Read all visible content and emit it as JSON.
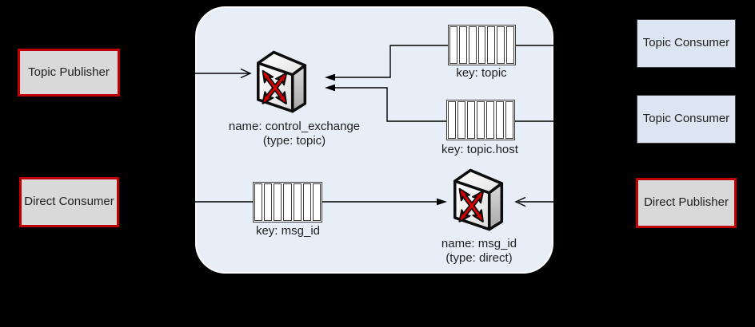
{
  "diagram": {
    "kind": "amqp-broker-topology",
    "background": "#000000"
  },
  "broker_panel": {
    "fill": "#e7eef7",
    "border": "#fdfdfd"
  },
  "nodes": {
    "topic_publisher": {
      "label": "Topic Publisher",
      "style": "red-bordered-gray"
    },
    "direct_consumer": {
      "label": "Direct Consumer",
      "style": "red-bordered-gray"
    },
    "topic_consumer_1": {
      "label": "Topic Consumer",
      "style": "blue"
    },
    "topic_consumer_2": {
      "label": "Topic Consumer",
      "style": "blue"
    },
    "direct_publisher": {
      "label": "Direct Publisher",
      "style": "red-bordered-gray"
    }
  },
  "exchanges": {
    "control": {
      "name_label": "name: control_exchange",
      "type_label": "(type: topic)"
    },
    "direct": {
      "name_label": "name: msg_id",
      "type_label": "(type: direct)"
    }
  },
  "queues": {
    "topic": {
      "label": "key: topic",
      "cells": 7
    },
    "topic_host": {
      "label": "key: topic.host",
      "cells": 7
    },
    "msg_id": {
      "label": "key: msg_id",
      "cells": 7
    }
  },
  "colors": {
    "background": "#000000",
    "broker_fill": "#e7eef7",
    "broker_border": "#fdfdfd",
    "red_box_border": "#c00000",
    "red_box_fill": "#d9d9d9",
    "blue_box_fill": "#dce6f2",
    "queue_fill": "#ffffff",
    "line": "#000000",
    "exchange_arrow_red": "#d40000",
    "text": "#1f1f1f"
  }
}
